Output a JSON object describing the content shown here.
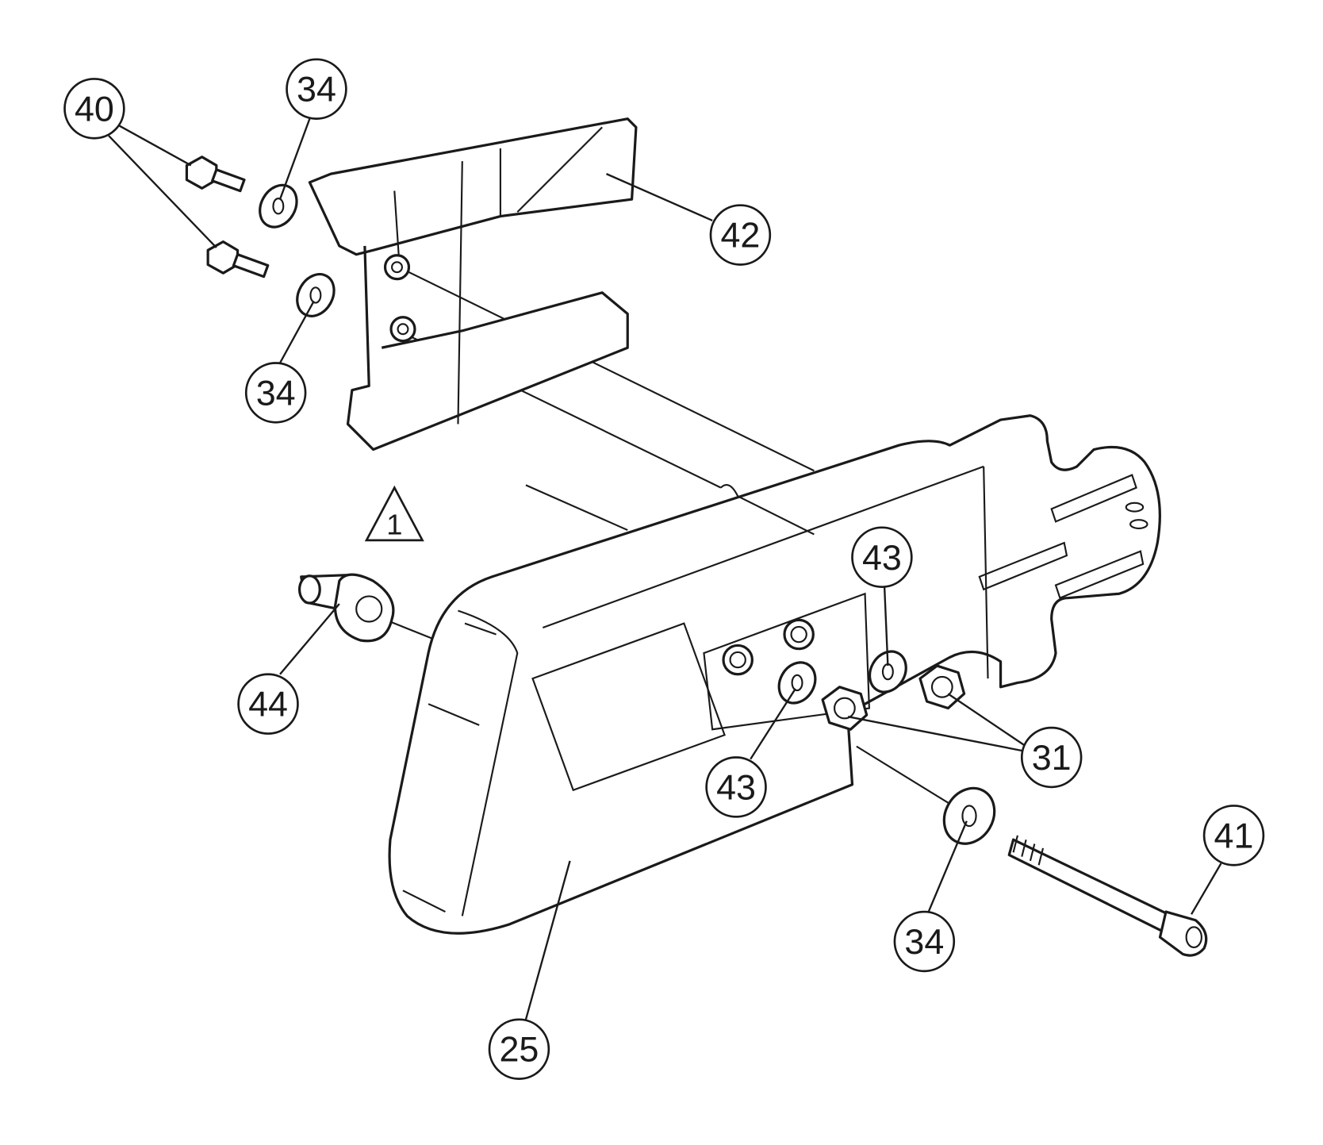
{
  "diagram": {
    "type": "exploded parts diagram",
    "callouts": [
      {
        "id": "c40",
        "label": "40"
      },
      {
        "id": "c34a",
        "label": "34"
      },
      {
        "id": "c42",
        "label": "42"
      },
      {
        "id": "c34b",
        "label": "34"
      },
      {
        "id": "c43a",
        "label": "43"
      },
      {
        "id": "c44",
        "label": "44"
      },
      {
        "id": "c43b",
        "label": "43"
      },
      {
        "id": "c31",
        "label": "31"
      },
      {
        "id": "c41",
        "label": "41"
      },
      {
        "id": "c34c",
        "label": "34"
      },
      {
        "id": "c25",
        "label": "25"
      }
    ],
    "note_triangle": "1"
  }
}
